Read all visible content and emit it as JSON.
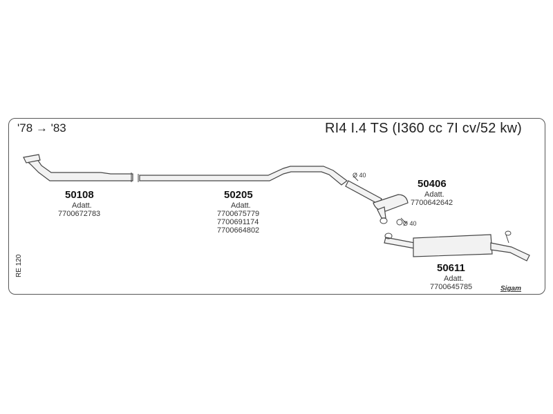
{
  "header": {
    "years": "'78 → '83",
    "model": "RI4 I.4 TS (I360 cc 7I cv/52 kw)"
  },
  "side_code": "RE 120",
  "brand": "Sigam",
  "parts": [
    {
      "number": "50108",
      "adapt": "Adatt.",
      "refs": [
        "7700672783"
      ]
    },
    {
      "number": "50205",
      "adapt": "Adatt.",
      "refs": [
        "7700675779",
        "7700691174",
        "7700664802"
      ]
    },
    {
      "number": "50406",
      "adapt": "Adatt.",
      "refs": [
        "7700642642"
      ]
    },
    {
      "number": "50611",
      "adapt": "Adatt.",
      "refs": [
        "7700645785"
      ]
    }
  ],
  "diameters": [
    "Ø 40",
    "Ø 40"
  ]
}
